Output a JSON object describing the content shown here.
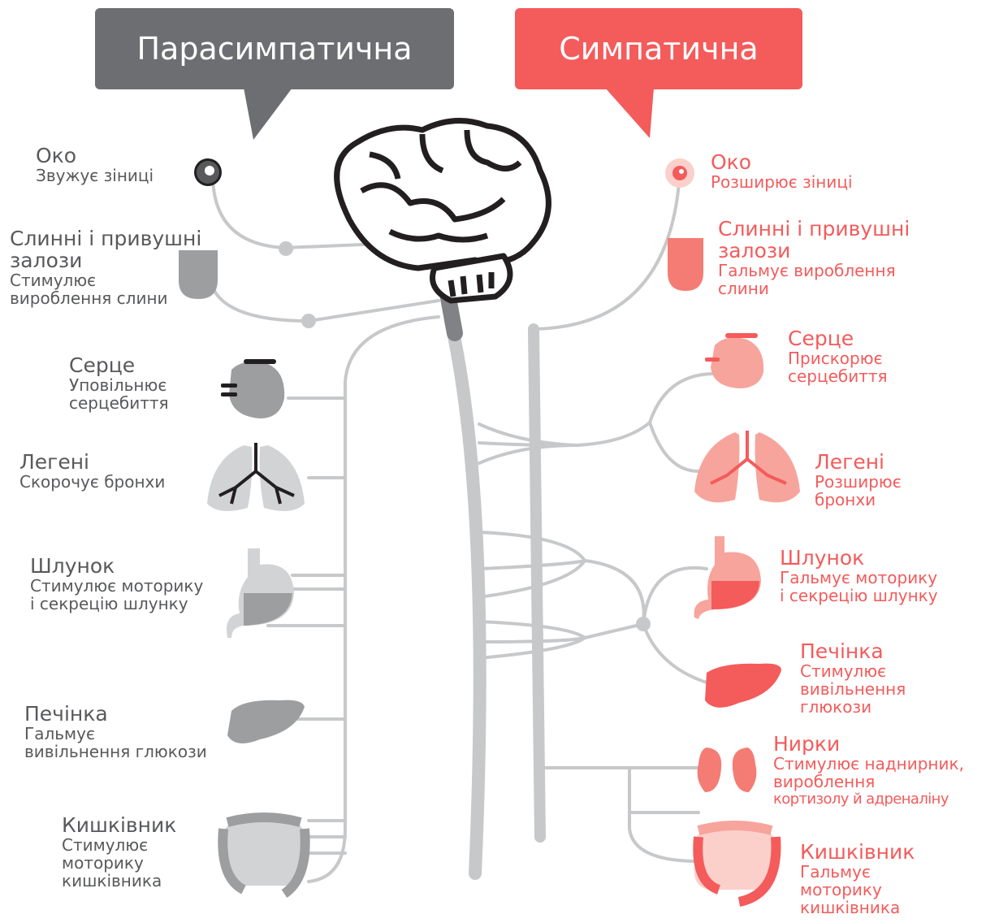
{
  "headers": {
    "parasympathetic": "Парасимпатична",
    "sympathetic": "Симпатична"
  },
  "colors": {
    "parasympathetic": "#6d6e71",
    "sympathetic": "#f45b5b",
    "nerve": "#c7c8ca",
    "organ_gray": "#9d9ea0",
    "organ_pink": "#f7a49c"
  },
  "parasympathetic": {
    "eye": {
      "title": "Око",
      "desc": "Звужує зіниці"
    },
    "salivary": {
      "title_1": "Слинні і привушні",
      "title_2": "залози",
      "desc_1": "Стимулює",
      "desc_2": "вироблення слини"
    },
    "heart": {
      "title": "Серце",
      "desc_1": "Уповільнює",
      "desc_2": "серцебиття"
    },
    "lungs": {
      "title": "Легені",
      "desc": "Скорочує бронхи"
    },
    "stomach": {
      "title": "Шлунок",
      "desc_1": "Стимулює моторику",
      "desc_2": "і секрецію шлунку"
    },
    "liver": {
      "title": "Печінка",
      "desc_1": "Гальмує",
      "desc_2": "вивільнення глюкози"
    },
    "intestine": {
      "title": "Кишківник",
      "desc_1": "Стимулює",
      "desc_2": "моторику",
      "desc_3": "кишківника"
    }
  },
  "sympathetic": {
    "eye": {
      "title": "Око",
      "desc": "Розширює зіниці"
    },
    "salivary": {
      "title_1": "Слинні і привушні",
      "title_2": "залози",
      "desc_1": "Гальмує вироблення",
      "desc_2": "слини"
    },
    "heart": {
      "title": "Серце",
      "desc_1": "Прискорює",
      "desc_2": "серцебиття"
    },
    "lungs": {
      "title": "Легені",
      "desc_1": "Розширює",
      "desc_2": "бронхи"
    },
    "stomach": {
      "title": "Шлунок",
      "desc_1": "Гальмує моторику",
      "desc_2": "і секрецію шлунку"
    },
    "liver": {
      "title": "Печінка",
      "desc_1": "Стимулює",
      "desc_2": "вивільнення",
      "desc_3": "глюкози"
    },
    "kidneys": {
      "title": "Нирки",
      "desc_1": "Стимулює наднирник,",
      "desc_2": "вироблення",
      "desc_3": "кортизолу й адреналіну"
    },
    "intestine": {
      "title": "Кишківник",
      "desc_1": "Гальмує",
      "desc_2": "моторику",
      "desc_3": "кишківника"
    }
  }
}
